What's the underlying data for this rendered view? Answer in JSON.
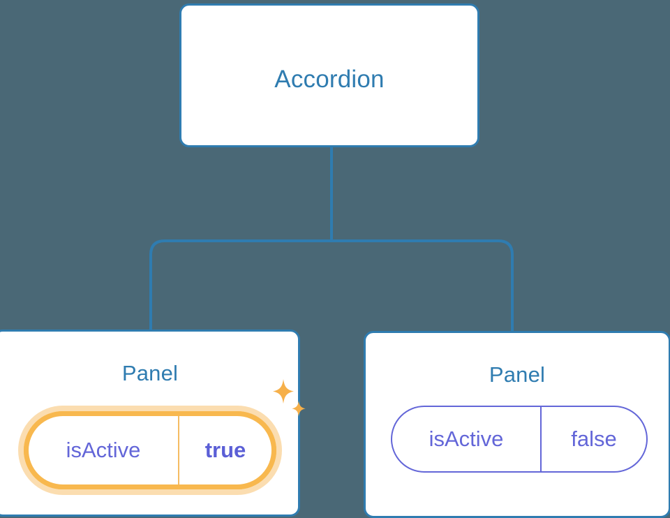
{
  "diagram": {
    "type": "component-tree",
    "background_color": "#4a6876",
    "node_border_color": "#2f7cb0",
    "node_title_color": "#2f7cb0",
    "connector_color": "#2f7cb0",
    "prop_color": "#6366d8",
    "highlight_color": "#f8b84e",
    "highlight_glow_color": "#fbddb0",
    "root": {
      "title": "Accordion"
    },
    "children": [
      {
        "title": "Panel",
        "highlighted": true,
        "prop": {
          "key": "isActive",
          "value": "true",
          "value_bold": true
        },
        "sparkle_icon": "sparkles-icon"
      },
      {
        "title": "Panel",
        "highlighted": false,
        "prop": {
          "key": "isActive",
          "value": "false",
          "value_bold": false
        }
      }
    ]
  }
}
